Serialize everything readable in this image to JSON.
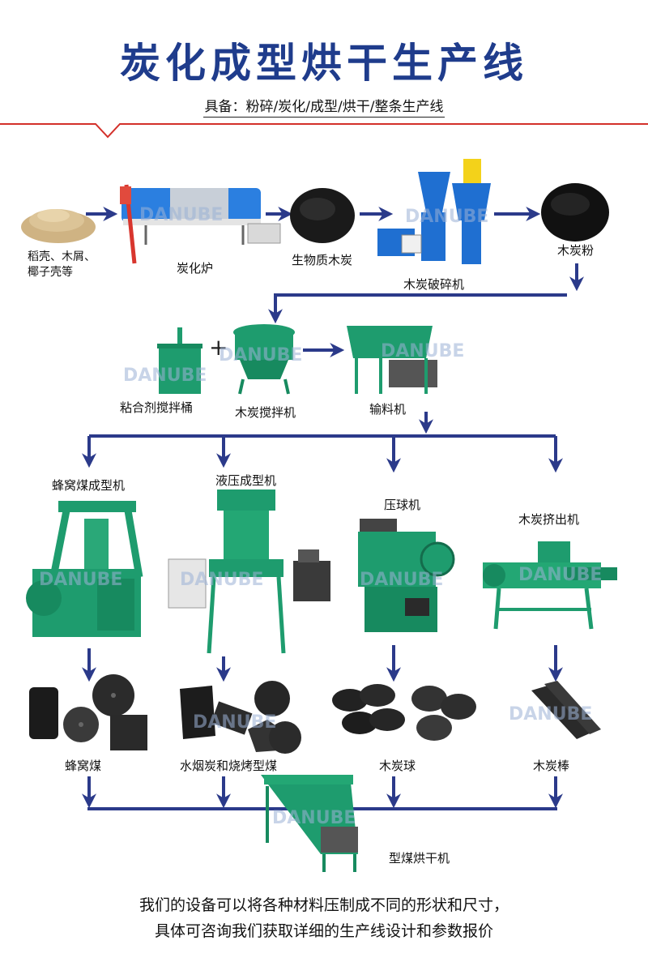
{
  "header": {
    "title": "炭化成型烘干生产线",
    "subtitle": "具备：粉碎/炭化/成型/烘干/整条生产线"
  },
  "watermark": "DANUBE",
  "colors": {
    "title": "#1f3c8c",
    "arrow": "#2b3a8a",
    "accent_line": "#d3302a",
    "machine_green": "#1e9c6e",
    "machine_blue": "#1f6fd1"
  },
  "steps": {
    "raw_material_line1": "稻壳、木屑、",
    "raw_material_line2": "椰子壳等",
    "carbonization_furnace": "炭化炉",
    "biomass_charcoal": "生物质木炭",
    "charcoal_crusher": "木炭破碎机",
    "charcoal_powder": "木炭粉",
    "binder_mixing_bucket": "粘合剂搅拌桶",
    "charcoal_mixer": "木炭搅拌机",
    "conveyor": "输料机"
  },
  "machines": {
    "honeycomb_machine": "蜂窝煤成型机",
    "hydraulic_machine": "液压成型机",
    "ball_press": "压球机",
    "extruder": "木炭挤出机"
  },
  "products": {
    "honeycomb_briquette": "蜂窝煤",
    "hookah_bbq": "水烟炭和烧烤型煤",
    "charcoal_ball": "木炭球",
    "charcoal_stick": "木炭棒"
  },
  "dryer": "型煤烘干机",
  "footer": {
    "line1": "我们的设备可以将各种材料压制成不同的形状和尺寸，",
    "line2": "具体可咨询我们获取详细的生产线设计和参数报价"
  }
}
